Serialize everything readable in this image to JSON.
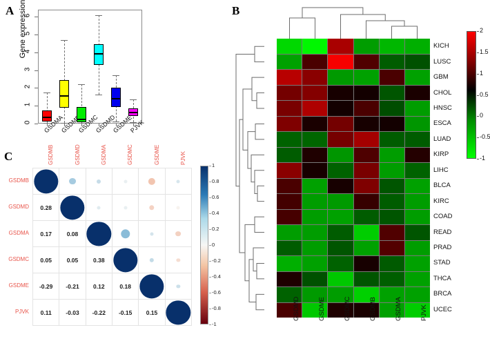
{
  "figure": {
    "panels": [
      {
        "letter": "A"
      },
      {
        "letter": "B"
      },
      {
        "letter": "C"
      }
    ]
  },
  "panelA": {
    "letter": "A",
    "ylabel": "Gene expression",
    "y_ticks": [
      "0",
      "1",
      "2",
      "3",
      "4",
      "5",
      "6"
    ],
    "ylim": [
      0,
      6.4
    ],
    "x_categories": [
      "GSDMA",
      "GSDMB",
      "GSDMC",
      "GSDMD",
      "GSDME",
      "PJVK"
    ],
    "colors": [
      "#ff0000",
      "#ffff00",
      "#00ee00",
      "#00ffff",
      "#0000ee",
      "#ff00ff"
    ],
    "chart_data": {
      "type": "box",
      "title": "",
      "xlabel": "",
      "ylabel": "Gene expression",
      "ylim": [
        0,
        6.4
      ],
      "grid": false,
      "categories": [
        "GSDMA",
        "GSDMB",
        "GSDMC",
        "GSDMD",
        "GSDME",
        "PJVK"
      ],
      "boxes": [
        {
          "name": "GSDMA",
          "color": "#ff0000",
          "min": 0.02,
          "q1": 0.1,
          "median": 0.36,
          "q3": 0.72,
          "max": 1.73
        },
        {
          "name": "GSDMB",
          "color": "#ffff00",
          "min": 0.02,
          "q1": 0.9,
          "median": 1.56,
          "q3": 2.43,
          "max": 4.7
        },
        {
          "name": "GSDMC",
          "color": "#00ee00",
          "min": 0.02,
          "q1": 0.07,
          "median": 0.24,
          "q3": 0.92,
          "max": 2.21
        },
        {
          "name": "GSDMD",
          "color": "#00ffff",
          "min": 1.64,
          "q1": 3.3,
          "median": 3.93,
          "q3": 4.45,
          "max": 6.1
        },
        {
          "name": "GSDME",
          "color": "#0000ee",
          "min": 0.12,
          "q1": 0.93,
          "median": 1.4,
          "q3": 2.02,
          "max": 2.72
        },
        {
          "name": "PJVK",
          "color": "#ff00ff",
          "min": 0.08,
          "q1": 0.44,
          "median": 0.62,
          "q3": 0.86,
          "max": 1.34
        }
      ]
    }
  },
  "panelB": {
    "letter": "B",
    "chart_data": {
      "type": "heatmap",
      "title": "",
      "xlabel": "",
      "ylabel": "",
      "columns": [
        "GSDMD",
        "GSDME",
        "GSDMC",
        "GSDMB",
        "GSDMA",
        "PJVK"
      ],
      "rows": [
        "KICH",
        "LUSC",
        "GBM",
        "CHOL",
        "HNSC",
        "ESCA",
        "LUAD",
        "KIRP",
        "LIHC",
        "BLCA",
        "KIRC",
        "COAD",
        "READ",
        "PRAD",
        "STAD",
        "THCA",
        "BRCA",
        "UCEC"
      ],
      "zlim": [
        -1.3,
        2.2
      ],
      "colorbar": {
        "ticks": [
          "2",
          "1.5",
          "1",
          "0.5",
          "0",
          "-0.5",
          "-1"
        ],
        "high_color": "#ff0000",
        "mid_color": "#000000",
        "low_color": "#00ff00",
        "position": "right"
      },
      "values": [
        [
          -1.05,
          -1.25,
          1.3,
          -0.7,
          -0.85,
          -0.8
        ],
        [
          -0.72,
          0.45,
          2.1,
          0.5,
          -0.35,
          -0.3
        ],
        [
          1.45,
          1.0,
          -0.68,
          -0.72,
          0.45,
          -0.72
        ],
        [
          0.8,
          0.95,
          0.1,
          0.08,
          -0.32,
          0.12
        ],
        [
          0.85,
          1.35,
          0.08,
          0.45,
          -0.28,
          -0.7
        ],
        [
          0.9,
          0.12,
          0.8,
          0.1,
          0.08,
          -0.66
        ],
        [
          -0.38,
          -0.4,
          0.82,
          1.25,
          -0.35,
          -0.35
        ],
        [
          -0.35,
          0.15,
          -0.66,
          0.48,
          -0.7,
          0.18
        ],
        [
          1.0,
          0.1,
          -0.38,
          0.85,
          -0.7,
          -0.38
        ],
        [
          0.45,
          -0.72,
          0.1,
          0.9,
          -0.32,
          -0.72
        ],
        [
          0.4,
          -0.7,
          -0.68,
          0.3,
          -0.35,
          -0.7
        ],
        [
          0.42,
          -0.7,
          -0.72,
          -0.35,
          -0.32,
          -0.7
        ],
        [
          -0.7,
          -0.7,
          -0.35,
          -0.98,
          0.5,
          -0.32
        ],
        [
          -0.35,
          -0.7,
          -0.32,
          -0.72,
          0.52,
          -0.7
        ],
        [
          -0.8,
          -0.72,
          -0.38,
          0.1,
          -0.34,
          -0.72
        ],
        [
          0.14,
          -0.3,
          -0.95,
          -0.32,
          -0.36,
          -0.72
        ],
        [
          -0.38,
          -0.68,
          -0.7,
          -1.0,
          -0.72,
          -0.72
        ],
        [
          0.45,
          -0.95,
          0.15,
          0.12,
          -0.72,
          -0.98
        ]
      ]
    }
  },
  "panelC": {
    "letter": "C",
    "chart_data": {
      "type": "heatmap",
      "subtype": "correlation-matrix",
      "title": "",
      "xlabel": "",
      "ylabel": "",
      "labels": [
        "GSDMB",
        "GSDMD",
        "GSDMA",
        "GSDMC",
        "GSDME",
        "PJVK"
      ],
      "zlim": [
        -1,
        1
      ],
      "colorbar": {
        "ticks": [
          "1",
          "0.8",
          "0.6",
          "0.4",
          "0.2",
          "0",
          "-0.2",
          "-0.4",
          "-0.6",
          "-0.8",
          "-1"
        ],
        "high_color": "#08306b",
        "mid_color": "#f7f7f5",
        "low_color": "#67000d",
        "position": "right"
      },
      "matrix": [
        [
          1.0,
          0.28,
          0.17,
          0.05,
          -0.29,
          0.11
        ],
        [
          0.28,
          1.0,
          0.08,
          0.05,
          -0.21,
          -0.03
        ],
        [
          0.17,
          0.08,
          1.0,
          0.38,
          0.12,
          -0.22
        ],
        [
          0.05,
          0.05,
          0.38,
          1.0,
          0.18,
          -0.15
        ],
        [
          -0.29,
          -0.21,
          0.12,
          0.18,
          1.0,
          0.15
        ],
        [
          0.11,
          -0.03,
          -0.22,
          -0.15,
          0.15,
          1.0
        ]
      ],
      "lower_triangle_display": "number",
      "upper_triangle_display": "circle"
    }
  }
}
